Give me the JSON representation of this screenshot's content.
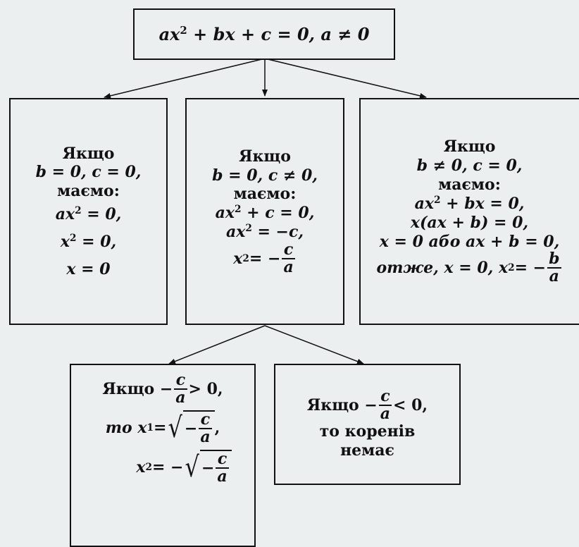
{
  "top": {
    "equation": [
      "ax",
      "2",
      " + bx + c = 0, a ≠ 0"
    ]
  },
  "case1": {
    "line1": "Якщо",
    "line2": "b = 0, c = 0,",
    "line3": "маємо:",
    "eq1": [
      "ax",
      "2",
      " = 0,"
    ],
    "eq2": [
      "x",
      "2",
      " = 0,"
    ],
    "eq3": "x = 0"
  },
  "case2": {
    "line1": "Якщо",
    "line2": "b = 0, c ≠ 0,",
    "line3": "маємо:",
    "eq1": [
      "ax",
      "2",
      " + c = 0,"
    ],
    "eq2": [
      "ax",
      "2",
      " = −c,"
    ],
    "eq3": [
      "x",
      "2",
      " = −",
      "c",
      "a"
    ]
  },
  "case3": {
    "line1": "Якщо",
    "line2": "b ≠ 0, c = 0,",
    "line3": "маємо:",
    "eq1": [
      "ax",
      "2",
      " + bx = 0,"
    ],
    "eq2": "x(ax + b) = 0,",
    "eq3": "x = 0 або ax + b = 0,",
    "eq4": [
      "отже, x = 0,  x",
      "2",
      " = −",
      "b",
      "a"
    ]
  },
  "case2a": {
    "cond": [
      "Якщо −",
      "c",
      "a",
      " > 0,"
    ],
    "root1": [
      "то x",
      "1",
      " = ",
      "−",
      "c",
      "a",
      ","
    ],
    "root2": [
      "x",
      "2",
      " = −",
      "−",
      "c",
      "a"
    ]
  },
  "case2b": {
    "cond": [
      "Якщо −",
      "c",
      "a",
      " < 0,"
    ],
    "line2": "то коренів",
    "line3": "немає"
  }
}
